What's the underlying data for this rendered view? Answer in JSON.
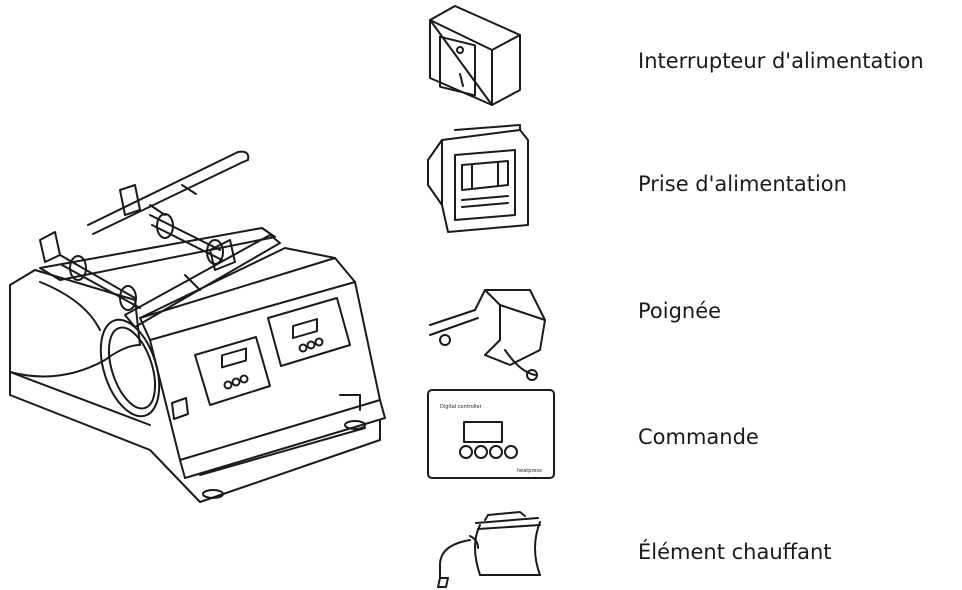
{
  "parts": [
    {
      "id": "power-switch",
      "label": "Interrupteur d'alimentation",
      "icon": "power-switch-icon"
    },
    {
      "id": "power-socket",
      "label": "Prise d'alimentation",
      "icon": "power-socket-icon"
    },
    {
      "id": "handle",
      "label": "Poignée",
      "icon": "handle-icon"
    },
    {
      "id": "controller",
      "label": "Commande",
      "icon": "controller-icon"
    },
    {
      "id": "heating-element",
      "label": "Élément chauffant",
      "icon": "heating-element-icon"
    }
  ],
  "controller_panel": {
    "title": "Digital controller",
    "brand": "heatpress"
  },
  "line_color": "#1a1a1a"
}
